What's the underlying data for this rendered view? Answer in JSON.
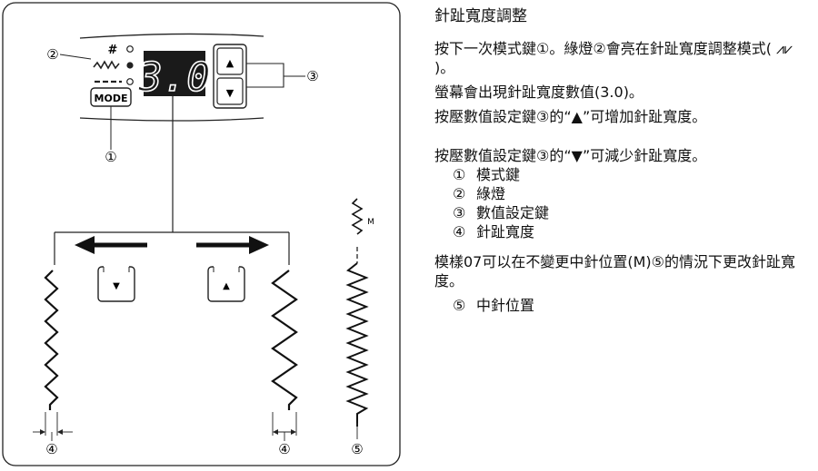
{
  "diagram": {
    "led_labels": {
      "sharp": "#",
      "mode_button": "MODE"
    },
    "display_value": "3.0",
    "arrow_up": "▲",
    "arrow_down": "▼",
    "callouts": {
      "c1": "①",
      "c2": "②",
      "c3": "③",
      "c4a": "④",
      "c4b": "④",
      "c5": "⑤"
    },
    "center_label": "M"
  },
  "text": {
    "heading": "針趾寬度調整",
    "p1": "按下一次模式鍵①。綠燈②會亮在針趾寬度調整模式( ⩘⩗ )。",
    "p2": "螢幕會出現針趾寬度數值(3.0)。",
    "p3": "按壓數值設定鍵③的“▲”可增加針趾寬度。",
    "p4": "按壓數值設定鍵③的“▼”可減少針趾寬度。",
    "legend": [
      {
        "num": "①",
        "label": "模式鍵"
      },
      {
        "num": "②",
        "label": "綠燈"
      },
      {
        "num": "③",
        "label": "數值設定鍵"
      },
      {
        "num": "④",
        "label": "針趾寬度"
      }
    ],
    "p5": "模樣07可以在不變更中針位置(M)⑤的情況下更改針趾寬度。",
    "legend2": [
      {
        "num": "⑤",
        "label": "中針位置"
      }
    ]
  }
}
